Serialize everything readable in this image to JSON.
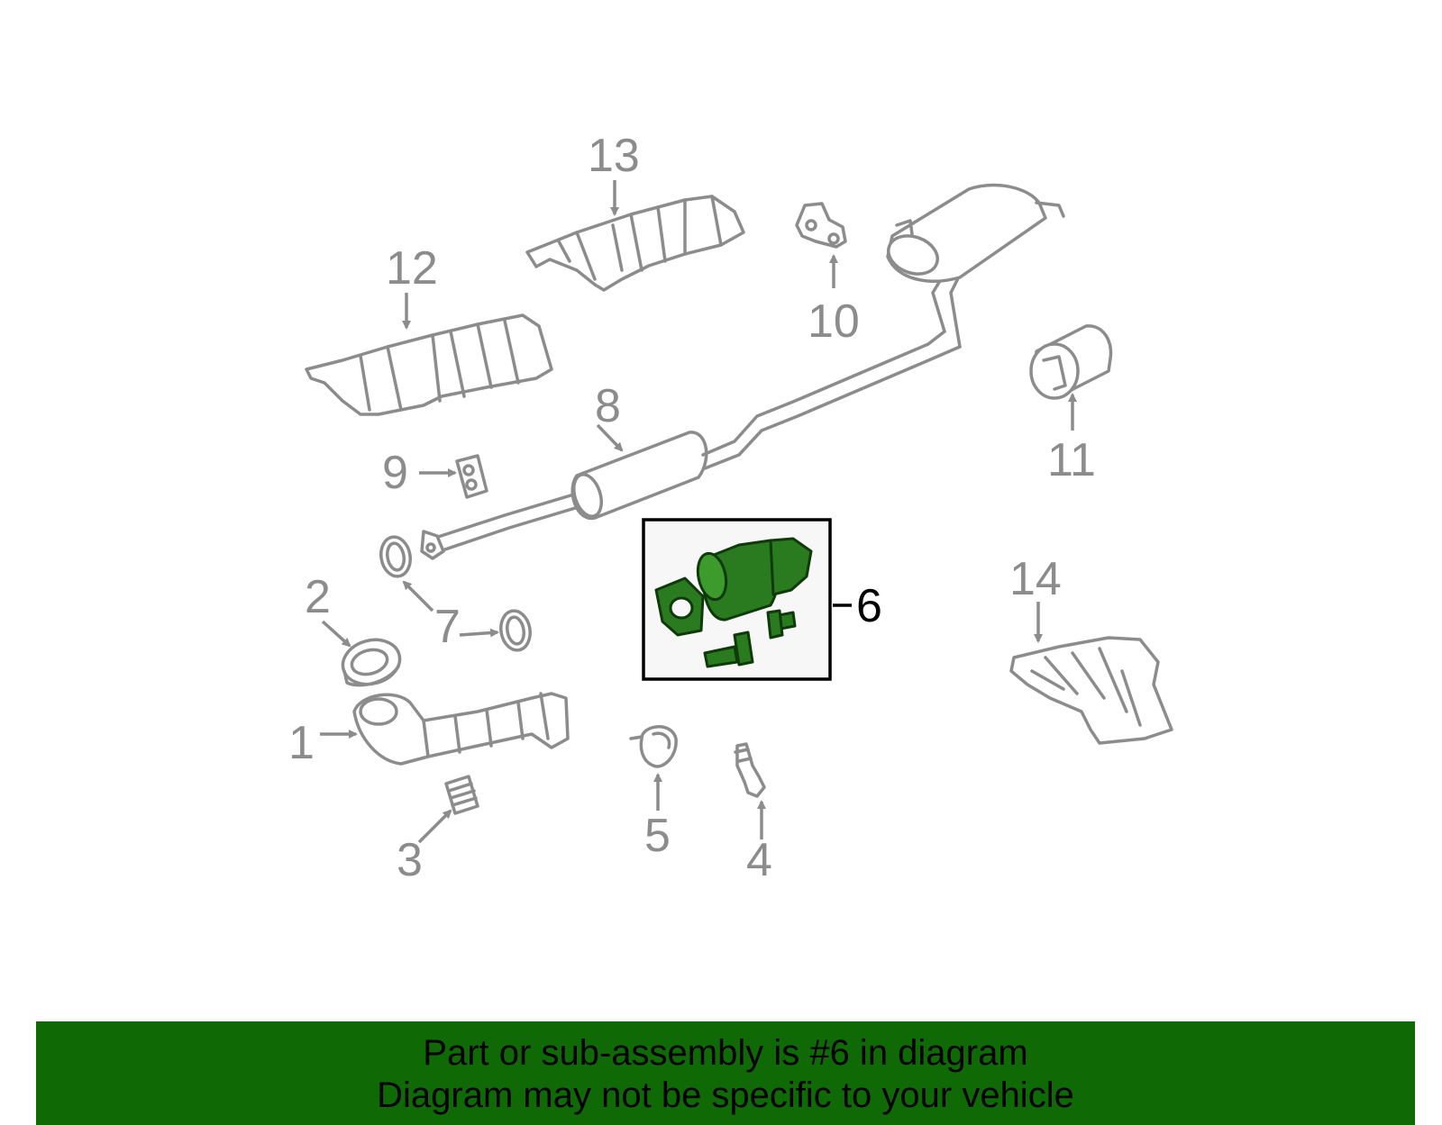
{
  "diagram": {
    "callouts": [
      {
        "id": "1",
        "label": "1"
      },
      {
        "id": "2",
        "label": "2"
      },
      {
        "id": "3",
        "label": "3"
      },
      {
        "id": "4",
        "label": "4"
      },
      {
        "id": "5",
        "label": "5"
      },
      {
        "id": "6",
        "label": "6"
      },
      {
        "id": "7",
        "label": "7"
      },
      {
        "id": "8",
        "label": "8"
      },
      {
        "id": "9",
        "label": "9"
      },
      {
        "id": "10",
        "label": "10"
      },
      {
        "id": "11",
        "label": "11"
      },
      {
        "id": "12",
        "label": "12"
      },
      {
        "id": "13",
        "label": "13"
      },
      {
        "id": "14",
        "label": "14"
      }
    ],
    "highlighted_part": "6",
    "colors": {
      "line": "#8c8c8c",
      "highlight_fill": "#2a7a1f",
      "highlight_box_bg": "#f7f7f7",
      "banner_bg": "#0f6a06"
    }
  },
  "banner": {
    "line1": "Part or sub-assembly is #6 in diagram",
    "line2": "Diagram may not be specific to your vehicle"
  }
}
